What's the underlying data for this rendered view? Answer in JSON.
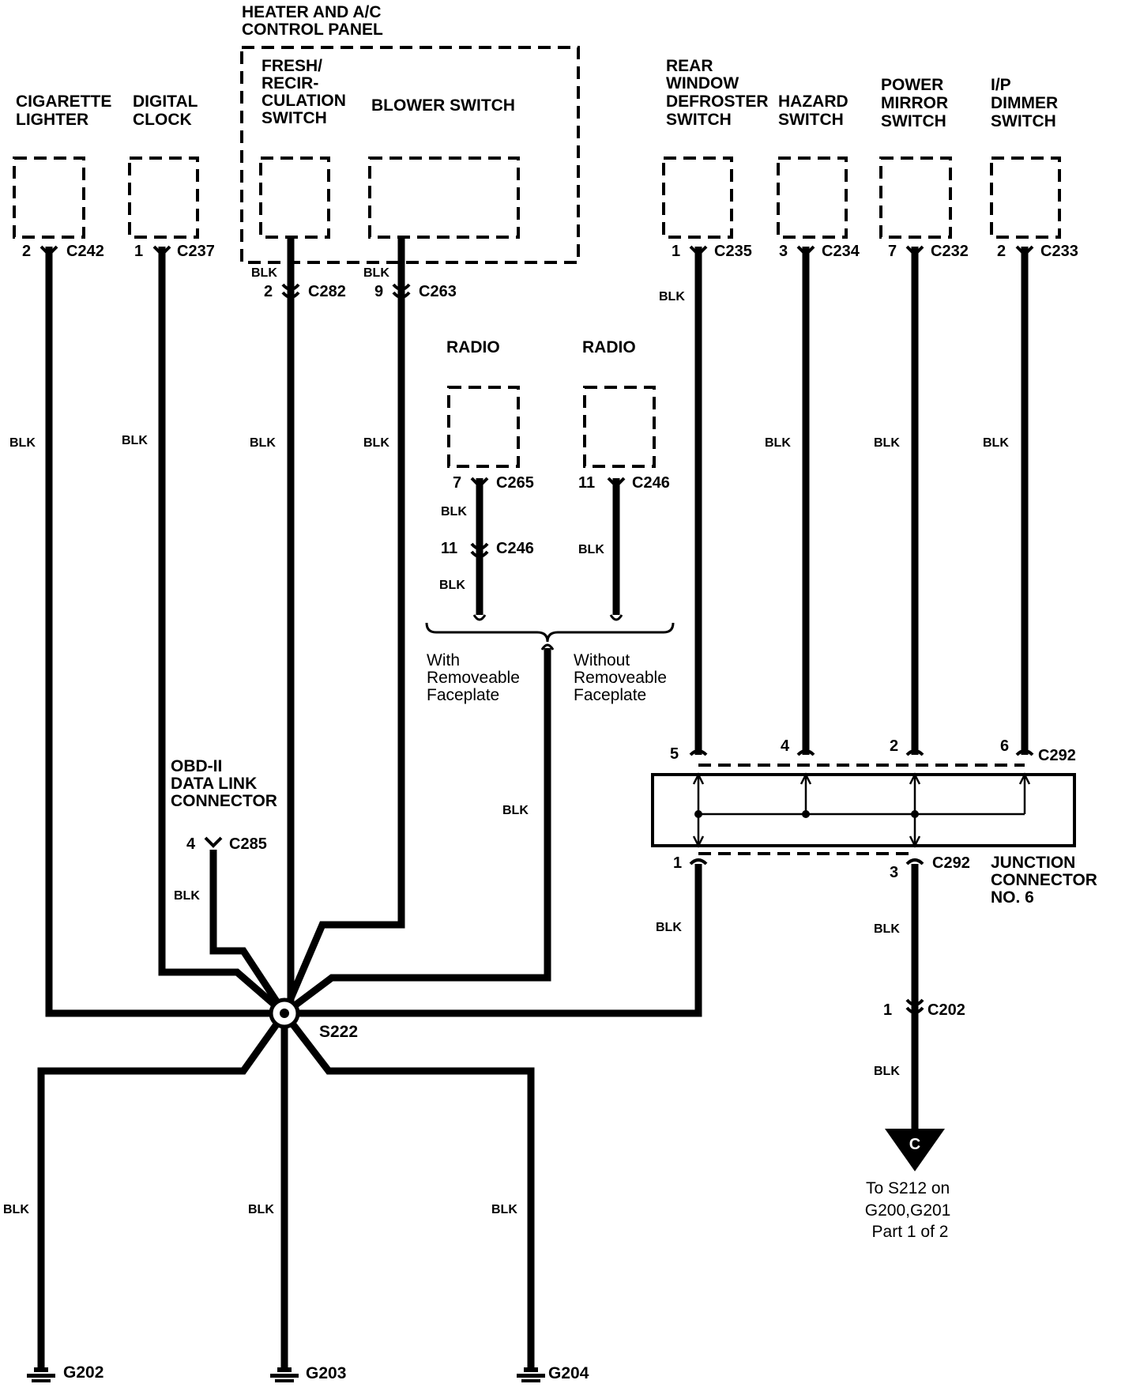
{
  "components": {
    "cigarette_lighter": [
      "CIGARETTE",
      "LIGHTER"
    ],
    "digital_clock": [
      "DIGITAL",
      "CLOCK"
    ],
    "heater_panel": [
      "HEATER AND A/C",
      "CONTROL PANEL"
    ],
    "fresh_recirc_switch": [
      "FRESH/",
      "RECIR-",
      "CULATION",
      "SWITCH"
    ],
    "blower_switch": "BLOWER SWITCH",
    "rear_window_defroster_switch": [
      "REAR",
      "WINDOW",
      "DEFROSTER",
      "SWITCH"
    ],
    "hazard_switch": [
      "HAZARD",
      "SWITCH"
    ],
    "power_mirror_switch": [
      "POWER",
      "MIRROR",
      "SWITCH"
    ],
    "ip_dimmer_switch": [
      "I/P",
      "DIMMER",
      "SWITCH"
    ],
    "radio_1": "RADIO",
    "radio_2": "RADIO",
    "obd_connector": [
      "OBD-II",
      "DATA LINK",
      "CONNECTOR"
    ],
    "junction_connector": [
      "JUNCTION",
      "CONNECTOR",
      "NO. 6"
    ]
  },
  "connectors": {
    "c242": {
      "pin": "2",
      "id": "C242"
    },
    "c237": {
      "pin": "1",
      "id": "C237"
    },
    "c282": {
      "pin": "2",
      "id": "C282"
    },
    "c263": {
      "pin": "9",
      "id": "C263"
    },
    "c235": {
      "pin": "1",
      "id": "C235"
    },
    "c234": {
      "pin": "3",
      "id": "C234"
    },
    "c232": {
      "pin": "7",
      "id": "C232"
    },
    "c233": {
      "pin": "2",
      "id": "C233"
    },
    "c265": {
      "pin": "7",
      "id": "C265"
    },
    "c246_a": {
      "pin": "11",
      "id": "C246"
    },
    "c246_b": {
      "pin": "11",
      "id": "C246"
    },
    "c285": {
      "pin": "4",
      "id": "C285"
    },
    "c292_top": {
      "pins": [
        "5",
        "4",
        "2",
        "6"
      ],
      "id": "C292"
    },
    "c292_bottom": {
      "pins": [
        "1",
        "3"
      ],
      "id": "C292"
    },
    "c202": {
      "pin": "1",
      "id": "C202"
    }
  },
  "wire_color": "BLK",
  "splice": "S222",
  "grounds": [
    "G202",
    "G203",
    "G204"
  ],
  "faceplate_notes": {
    "with": [
      "With",
      "Removeable",
      "Faceplate"
    ],
    "without": [
      "Without",
      "Removeable",
      "Faceplate"
    ]
  },
  "offpage": {
    "marker": "C",
    "note": [
      "To S212  on",
      "G200,G201",
      "Part 1 of 2"
    ]
  }
}
